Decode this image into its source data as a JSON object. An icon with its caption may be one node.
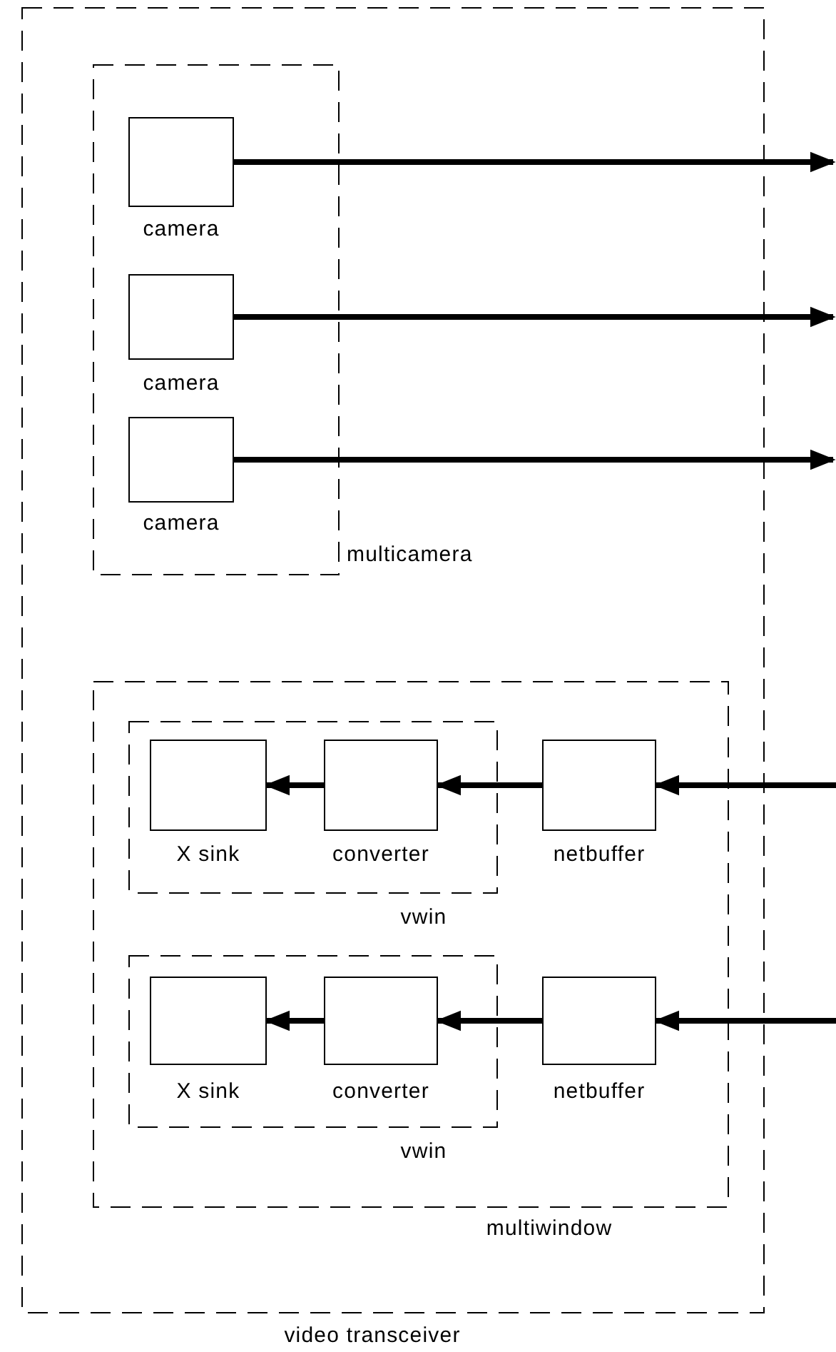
{
  "diagram": {
    "nodes": [
      {
        "text": [
          "video transceiver"
        ]
      },
      {
        "text": [
          "multicamera"
        ],
        "in": 0
      },
      {
        "text": [
          "camera"
        ],
        "in": 1
      },
      {
        "text": [
          "camera"
        ],
        "in": 1
      },
      {
        "text": [
          "camera"
        ],
        "in": 1
      },
      {
        "text": [
          "multiwindow"
        ],
        "in": 0
      },
      {
        "text": [
          "vwin"
        ],
        "in": 5
      },
      {
        "text": [
          "X sink"
        ],
        "in": 6
      },
      {
        "text": [
          "converter"
        ],
        "in": 6
      },
      {
        "text": [
          "netbuffer"
        ],
        "in": 5
      },
      {
        "text": [
          "vwin"
        ],
        "in": 5
      },
      {
        "text": [
          "X sink"
        ],
        "in": 10
      },
      {
        "text": [
          "converter"
        ],
        "in": 10
      },
      {
        "text": [
          "netbuffer"
        ],
        "in": 5
      }
    ],
    "edges": [
      {
        "from": 2,
        "to": null,
        "arrow": "to"
      },
      {
        "from": 3,
        "to": null,
        "arrow": "to"
      },
      {
        "from": 4,
        "to": null,
        "arrow": "to"
      },
      {
        "from": null,
        "to": 9,
        "arrow": "to"
      },
      {
        "from": 9,
        "to": 8,
        "arrow": "to"
      },
      {
        "from": 8,
        "to": 7,
        "arrow": "to"
      },
      {
        "from": null,
        "to": 13,
        "arrow": "to"
      },
      {
        "from": 13,
        "to": 12,
        "arrow": "to"
      },
      {
        "from": 12,
        "to": 11,
        "arrow": "to"
      }
    ]
  }
}
